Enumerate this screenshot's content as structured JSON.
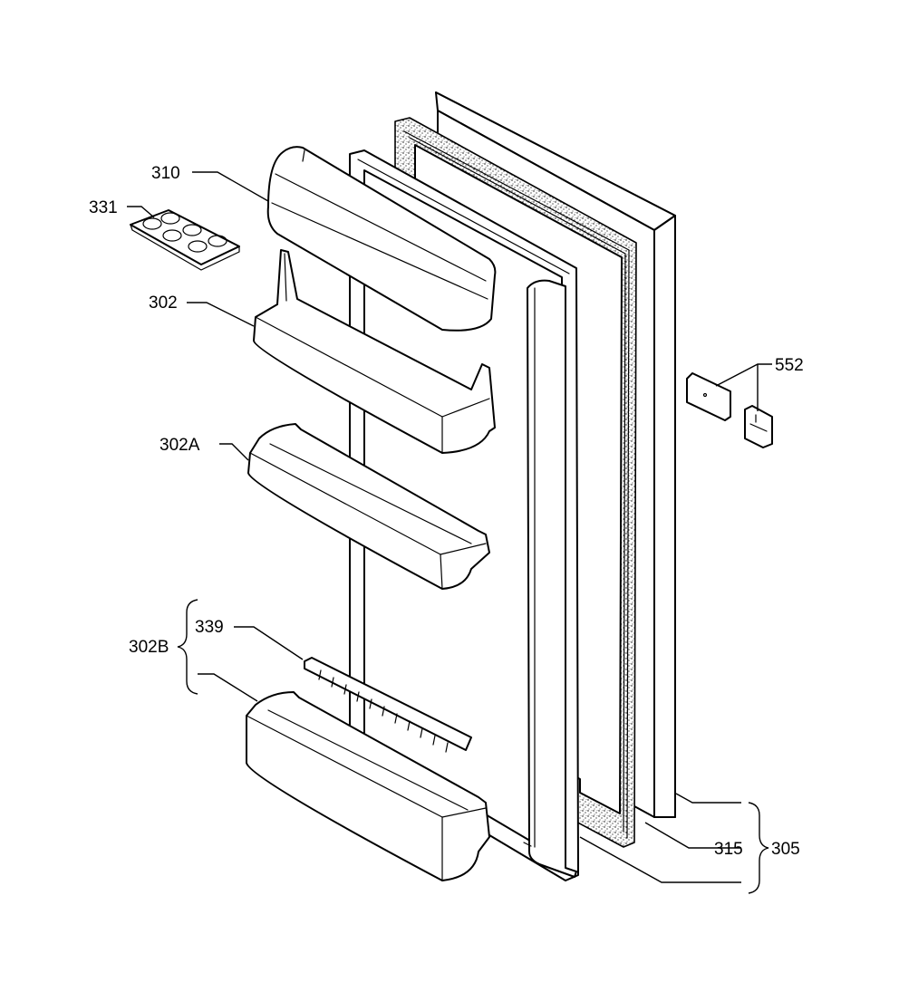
{
  "labels": {
    "l310": "310",
    "l331": "331",
    "l302": "302",
    "l302a": "302A",
    "l302b": "302B",
    "l339": "339",
    "l552": "552",
    "l315": "315",
    "l305": "305"
  }
}
